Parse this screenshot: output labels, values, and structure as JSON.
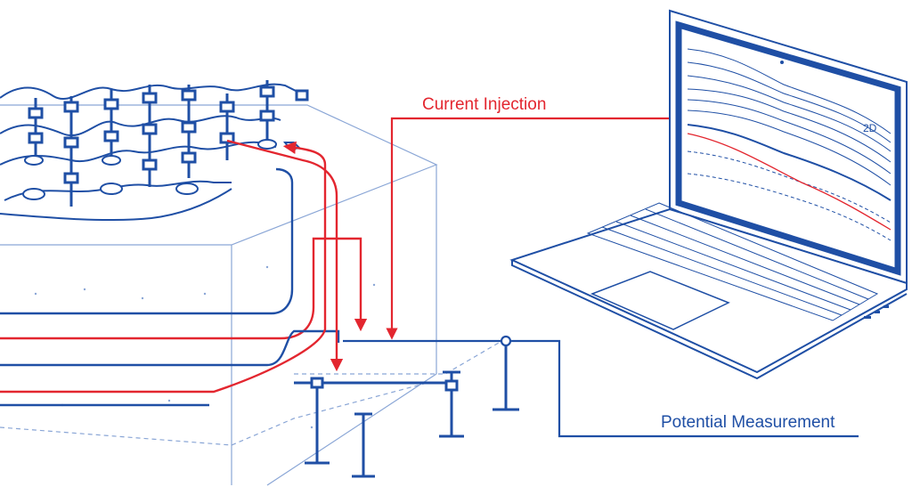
{
  "diagram": {
    "labels": {
      "current_injection": "Current Injection",
      "potential_measurement": "Potential Measurement",
      "screen_mode": "2D"
    },
    "colors": {
      "blue": "#1f4fa5",
      "red": "#e3262f",
      "light_blue": "#8aa6d6",
      "background": "#ffffff"
    },
    "icons": [
      "laptop-icon",
      "electrode-icon",
      "cable-icon"
    ]
  }
}
